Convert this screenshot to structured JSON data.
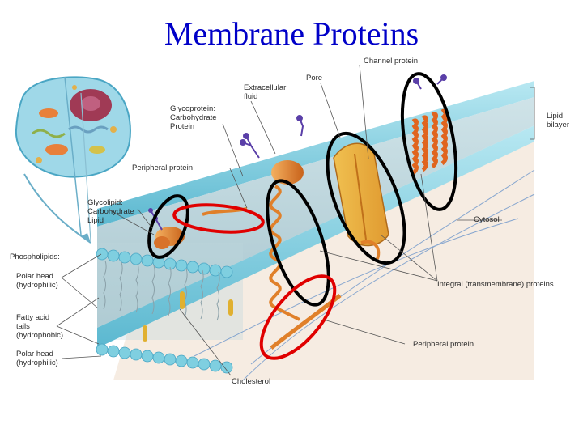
{
  "title": "Membrane Proteins",
  "labels": {
    "channel_protein": "Channel protein",
    "pore": "Pore",
    "extracellular_fluid": "Extracellular\nfluid",
    "glycoprotein": "Glycoprotein:\nCarbohydrate\nProtein",
    "lipid_bilayer": "Lipid\nbilayer",
    "peripheral_protein_top": "Peripheral protein",
    "glycolipid": "Glycolipid:\nCarbohydrate\nLipid",
    "cytosol": "Cytosol",
    "phospholipids": "Phospholipids:",
    "polar_head_top": "Polar head\n(hydrophilic)",
    "integral_proteins": "Integral (transmembrane) proteins",
    "fatty_acid_tails": "Fatty acid\ntails\n(hydrophobic)",
    "peripheral_protein_bottom": "Peripheral protein",
    "polar_head_bottom": "Polar head\n(hydrophilic)",
    "cholesterol": "Cholesterol"
  },
  "colors": {
    "title": "#0000c8",
    "membrane_head": "#7fcfe0",
    "protein": "#e0802a",
    "channel_protein": "#e0641e",
    "carbohydrate": "#5a3fa8",
    "highlight_black": "#000000",
    "highlight_red": "#e00000"
  }
}
